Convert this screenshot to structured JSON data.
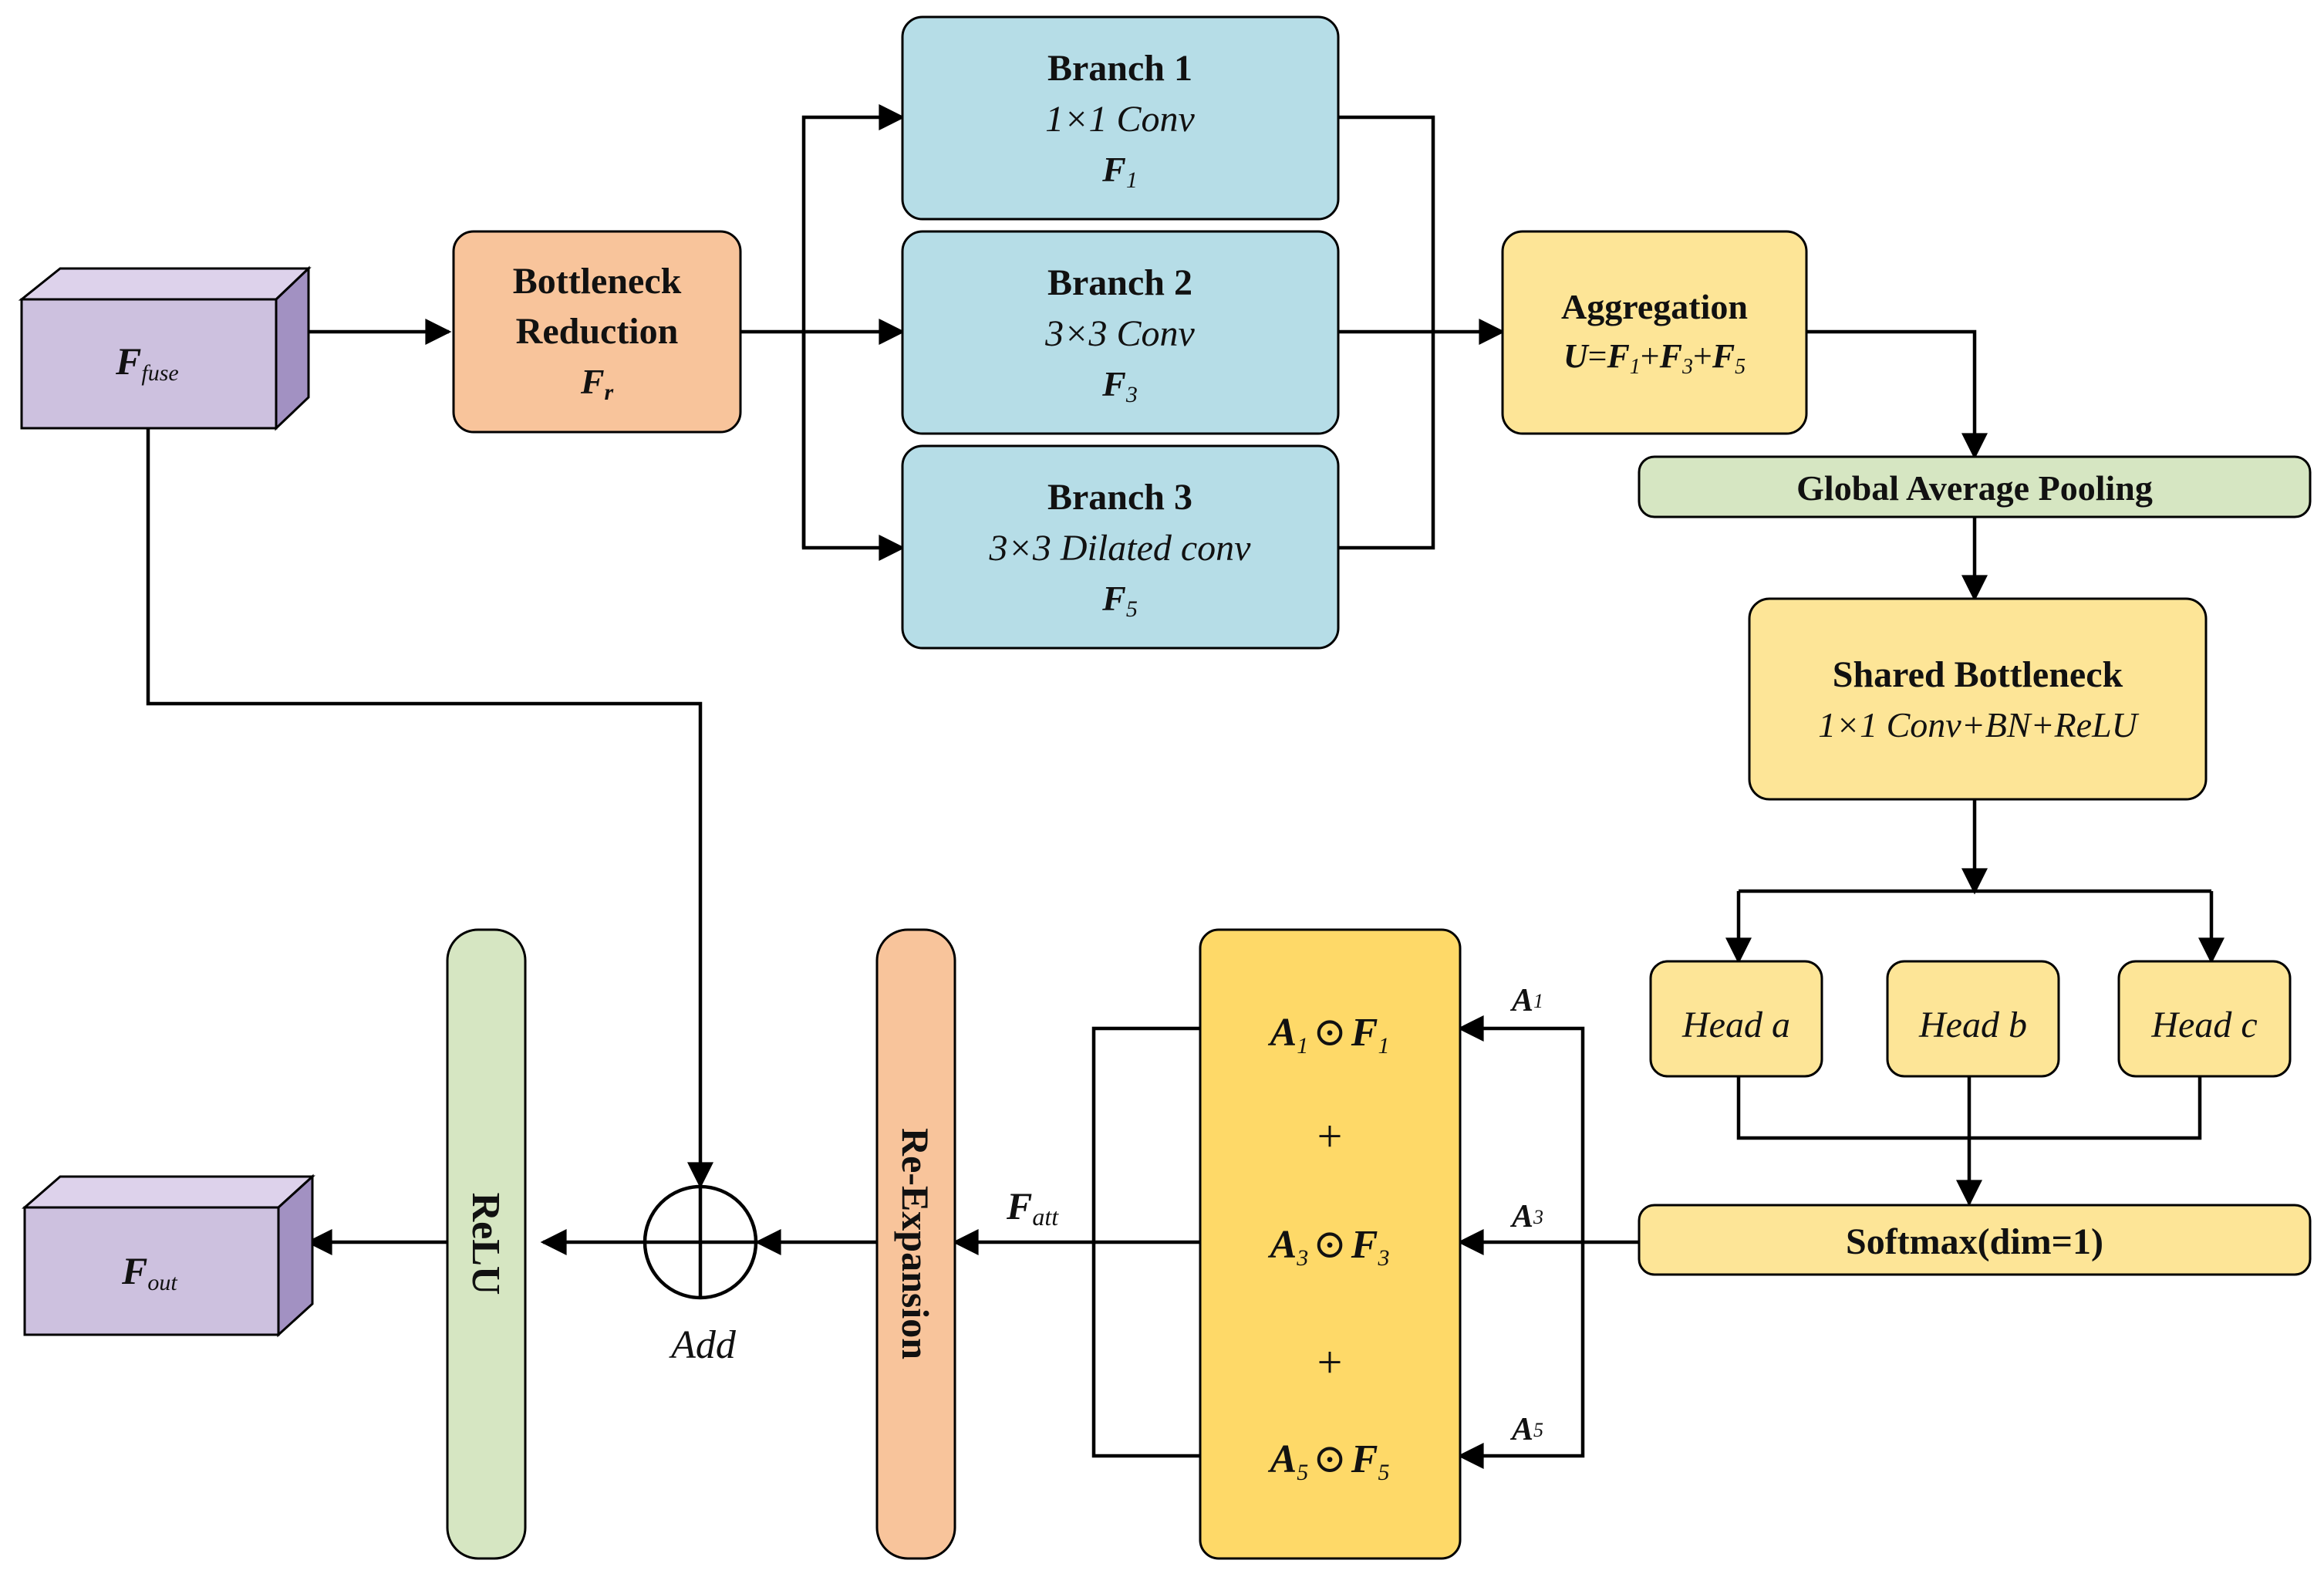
{
  "colors": {
    "input_purple": "#cdc1df",
    "input_purple_dark": "#a291c2",
    "orange": "#f8c49b",
    "blue": "#b6dde7",
    "yellow": "#fde597",
    "yellow_deep": "#fed968",
    "green": "#d6e6c2",
    "stroke": "#000000"
  },
  "input": {
    "sym": "F",
    "sub": "fuse"
  },
  "bottleneck": {
    "line1": "Bottleneck",
    "line2": "Reduction",
    "sym": "F",
    "sub": "r"
  },
  "branches": [
    {
      "title": "Branch 1",
      "op": "1×1 Conv",
      "sym": "F",
      "sub": "1"
    },
    {
      "title": "Branch 2",
      "op": "3×3 Conv",
      "sym": "F",
      "sub": "3"
    },
    {
      "title": "Branch 3",
      "op": "3×3 Dilated conv",
      "sym": "F",
      "sub": "5"
    }
  ],
  "aggregation": {
    "title": "Aggregation",
    "eq": {
      "u": "U",
      "eq": "=",
      "f": "F",
      "plus": "+",
      "s1": "1",
      "s2": "3",
      "s3": "5"
    }
  },
  "gap": {
    "label": "Global Average Pooling"
  },
  "shared": {
    "title": "Shared Bottleneck",
    "op": "1×1 Conv+BN+ReLU"
  },
  "heads": [
    "Head a",
    "Head b",
    "Head c"
  ],
  "softmax": {
    "label": "Softmax(dim=1)"
  },
  "weighted": {
    "terms": [
      {
        "a": "A",
        "as": "1",
        "odot": "⊙",
        "f": "F",
        "fs": "1"
      },
      {
        "a": "A",
        "as": "3",
        "odot": "⊙",
        "f": "F",
        "fs": "3"
      },
      {
        "a": "A",
        "as": "5",
        "odot": "⊙",
        "f": "F",
        "fs": "5"
      }
    ],
    "plus": "+"
  },
  "attn_labels": [
    {
      "sym": "A",
      "sub": "1"
    },
    {
      "sym": "A",
      "sub": "3"
    },
    {
      "sym": "A",
      "sub": "5"
    }
  ],
  "fatt": {
    "sym": "F",
    "sub": "att"
  },
  "reexpansion": {
    "label": "Re-Expansion"
  },
  "add": {
    "label": "Add"
  },
  "relu": {
    "label": "ReLU"
  },
  "output": {
    "sym": "F",
    "sub": "out"
  }
}
